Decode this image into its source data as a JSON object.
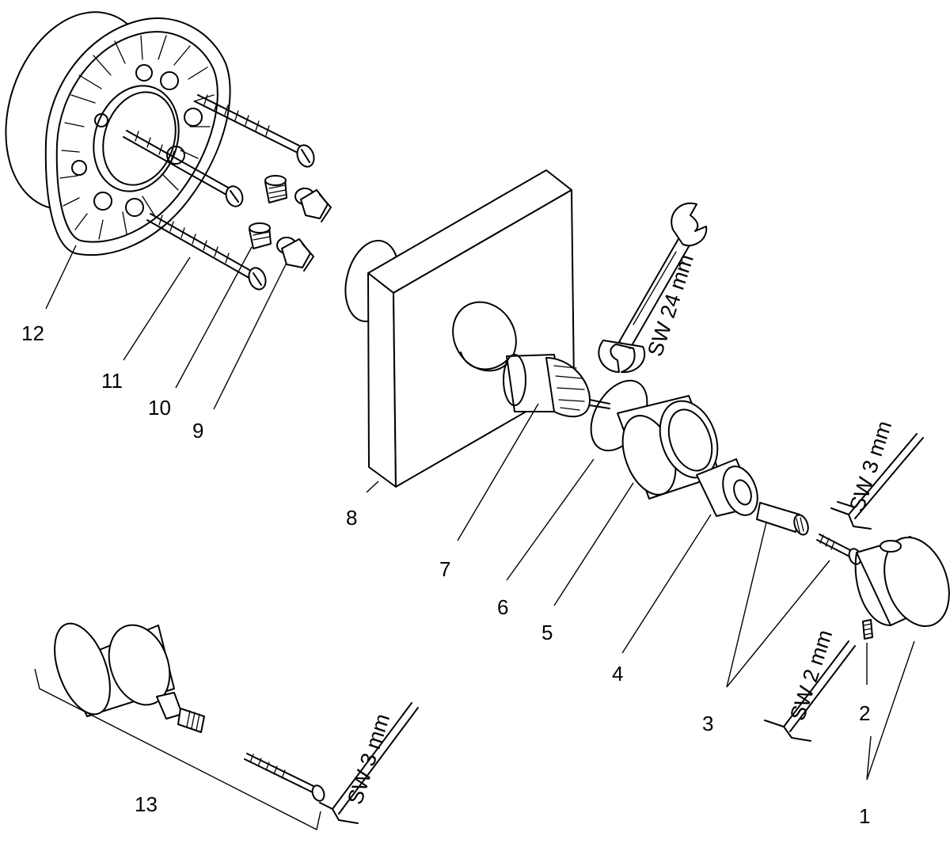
{
  "part_numbers": {
    "p1": "1",
    "p2": "2",
    "p3": "3",
    "p4": "4",
    "p5": "5",
    "p6": "6",
    "p7": "7",
    "p8": "8",
    "p9": "9",
    "p10": "10",
    "p11": "11",
    "p12": "12",
    "p13": "13"
  },
  "tool_labels": {
    "wrench": "SW 24 mm",
    "hex_key_handle": "SW 3 mm",
    "hex_key_set_screw": "SW 2 mm",
    "hex_key_extension": "SW 3 mm"
  }
}
